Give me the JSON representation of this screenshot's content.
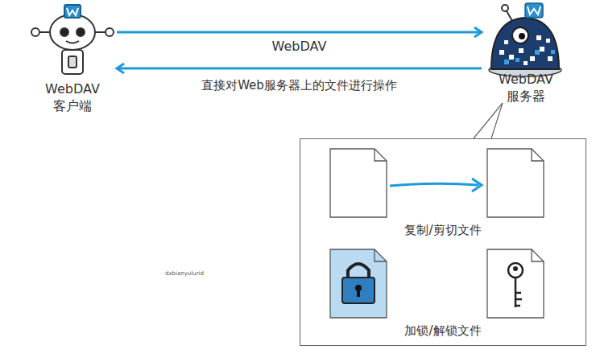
{
  "diagram": {
    "nodes": [
      {
        "text": [
          "WebDAV 客户端"
        ]
      },
      {
        "text": [
          "WebDAV 服务器"
        ]
      },
      {
        "text": [
          "复制/剪切文件",
          "加锁/解锁文件"
        ]
      }
    ],
    "edges": [
      {
        "from": 0,
        "to": 1,
        "arrow": "to",
        "label": "WebDAV"
      },
      {
        "from": 1,
        "to": 0,
        "arrow": "to",
        "label": "直接对Web服务器上的文件进行操作"
      }
    ],
    "labels": [
      "dxbianyulurid"
    ]
  }
}
